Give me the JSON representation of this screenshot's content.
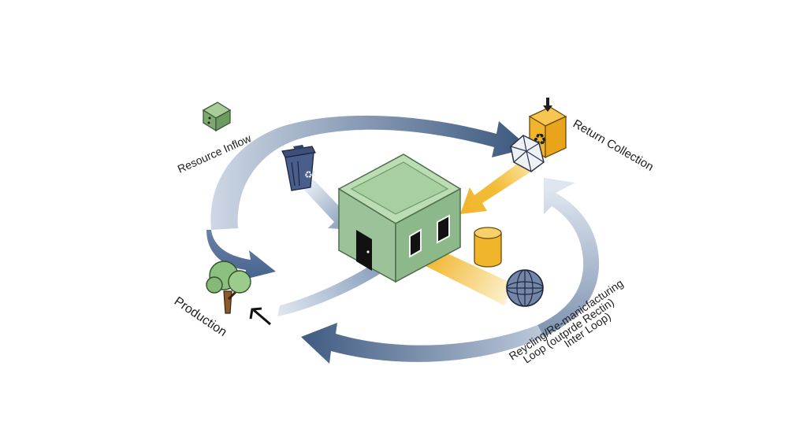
{
  "diagram": {
    "labels": {
      "resource_inflow": "Resource Inflow",
      "return_collection": "Return Collection",
      "production": "Production",
      "recycling_line1": "Reycling/Re-manicfacturing",
      "recycling_line2": "Loop (outprde Rectin)",
      "recycling_line3": "Inter Loop)"
    },
    "icons": {
      "resource_cube": "resource-cube-icon",
      "trash_bin": "recycle-bin-icon",
      "return_box": "return-collection-box-icon",
      "crystal": "crystal-icon",
      "tree": "tree-icon",
      "cylinder": "cylinder-icon",
      "globe": "globe-icon",
      "building": "green-building-icon"
    },
    "colors": {
      "loop_dark": "#3f5a80",
      "loop_light": "#c8d3e2",
      "gold": "#f1b52c",
      "green": "#9cc29a",
      "green_top": "#bcdcb4"
    }
  }
}
